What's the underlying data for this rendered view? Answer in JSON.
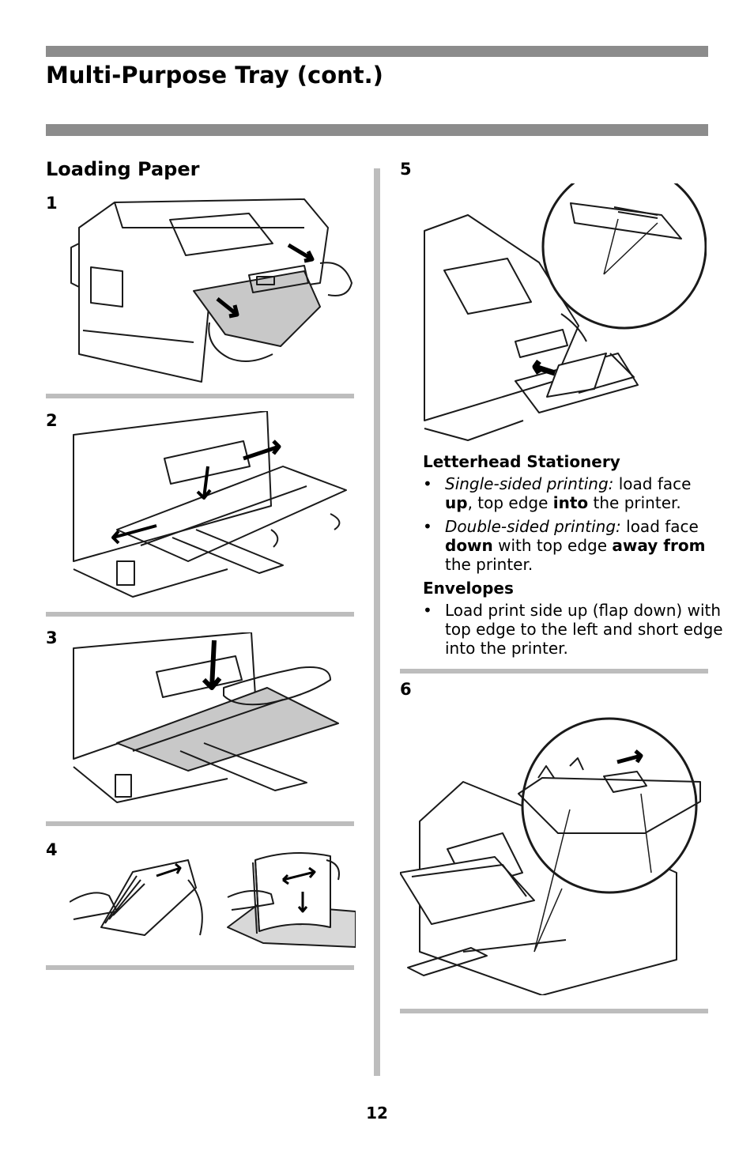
{
  "page": {
    "title": "Multi-Purpose Tray (cont.)",
    "section_title": "Loading Paper",
    "page_number": "12"
  },
  "steps": [
    {
      "number": "1",
      "figure": "printer-open-front-cover"
    },
    {
      "number": "2",
      "figure": "multi-purpose-tray-unfold"
    },
    {
      "number": "3",
      "figure": "paper-platform-push-down"
    },
    {
      "number": "4",
      "figure": "fan-paper-stack"
    },
    {
      "number": "5",
      "figure": "paper-guide-max-mark"
    },
    {
      "number": "6",
      "figure": "mpt-blue-button"
    }
  ],
  "instructions": {
    "letterhead": {
      "heading": "Letterhead Stationery",
      "single": {
        "label": "Single-sided printing:",
        "t1": " load face ",
        "b1": "up",
        "t2": ", top edge ",
        "b2": "into",
        "t3": " the printer."
      },
      "double": {
        "label": "Double-sided printing:",
        "t1": " load face ",
        "b1": "down",
        "t2": " with top edge ",
        "b2": "away from",
        "t3": " the printer."
      }
    },
    "envelopes": {
      "heading": "Envelopes",
      "item": "Load print side up (flap down) with top edge to the left and short edge into the printer."
    }
  },
  "colors": {
    "title_bar": "#8c8c8c",
    "separator": "#bdbdbd",
    "line_art": "#1a1a1a",
    "tray_shade": "#c8c8c8"
  }
}
